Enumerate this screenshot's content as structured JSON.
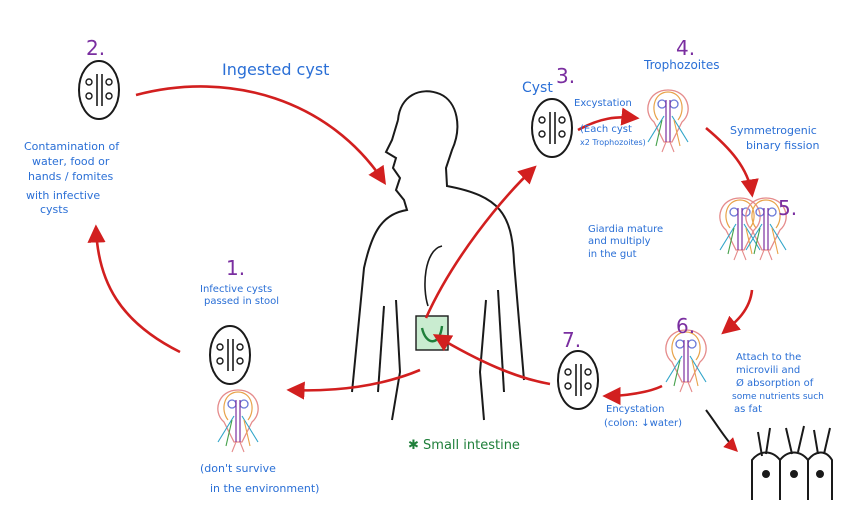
{
  "steps": {
    "s1": "1.",
    "s2": "2.",
    "s3": "3.",
    "s4": "4.",
    "s5": "5.",
    "s6": "6.",
    "s7": "7."
  },
  "labels": {
    "ingested": "Ingested cyst",
    "cyst": "Cyst",
    "trophozoites": "Trophozoites",
    "excystation": "Excystation",
    "each_cyst_1": "(Each cyst",
    "each_cyst_2": "x2 Trophozoites)",
    "binary_1": "Symmetrogenic",
    "binary_2": "binary fission",
    "contamination": [
      "Contamination of",
      "water, food or",
      "hands / fomites",
      "with infective",
      "cysts"
    ],
    "passed": [
      "Infective cysts",
      "passed in stool"
    ],
    "survive": [
      "(don't survive",
      "in the environment)"
    ],
    "mature": [
      "Giardia mature",
      "and multiply",
      "in the gut"
    ],
    "attach": [
      "Attach to the",
      "microvili and",
      "Ø absorption of",
      "some nutrients such",
      "as fat"
    ],
    "encystation": [
      "Encystation",
      "(colon: ↓water)"
    ],
    "small_intestine": "✱ Small intestine"
  },
  "colors": {
    "arrow": "#d21f1f",
    "number": "#7a2ea0",
    "text": "#2a6fd6",
    "note": "#1f7f3a",
    "outline": "#1a1a1a"
  }
}
